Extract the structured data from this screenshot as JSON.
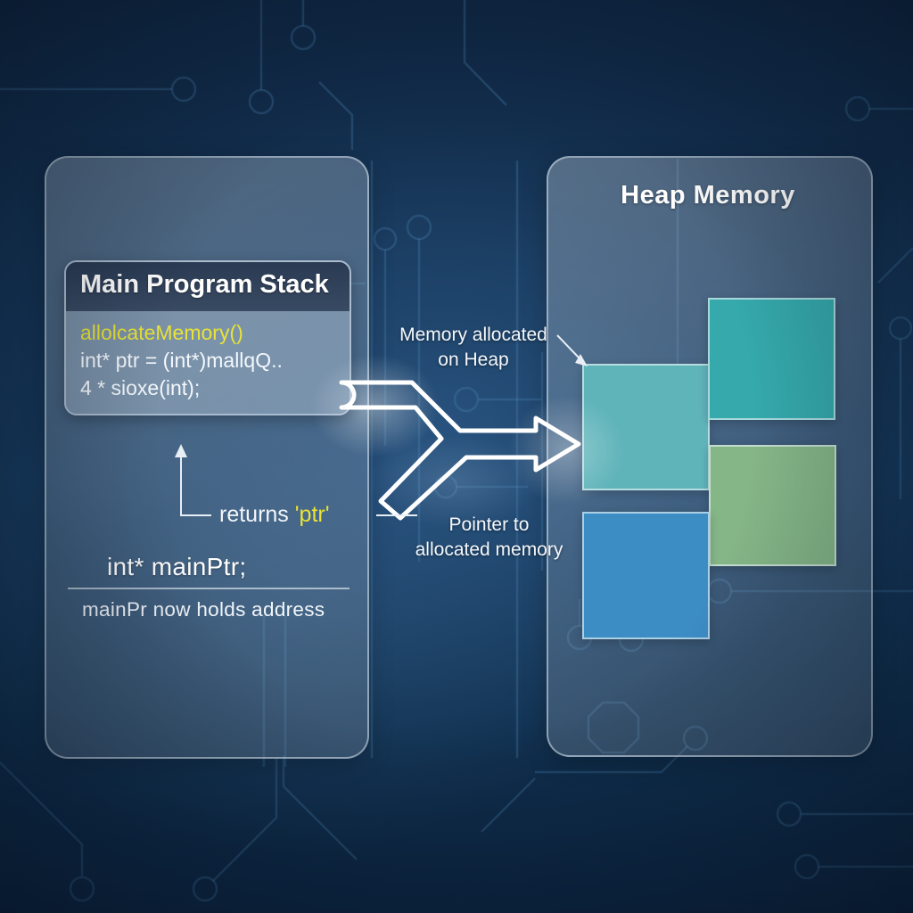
{
  "diagram_title_implicit": "",
  "left_panel": {
    "code_box": {
      "title": "Main Program Stack",
      "function_name": "allolcateMemory()",
      "code_line1": "int* ptr = (int*)mallqQ..",
      "code_line2": "4 * sioxe(int);"
    },
    "returns_label": "returns",
    "returns_value": "'ptr'",
    "declaration": "int* mainPtr;",
    "note": "mainPr now holds address"
  },
  "heap_panel": {
    "title": "Heap Memory",
    "blocks": [
      {
        "name": "heap-block-teal-light",
        "color": "#5fb4ba"
      },
      {
        "name": "heap-block-teal-dark",
        "color": "#35a9ac"
      },
      {
        "name": "heap-block-green",
        "color": "#85b687"
      },
      {
        "name": "heap-block-blue",
        "color": "#3d8dc5"
      }
    ]
  },
  "annotations": {
    "alloc_line1": "Memory allocated",
    "alloc_line2": "on Heap",
    "pointer_line1": "Pointer to",
    "pointer_line2": "allocated memory"
  },
  "colors": {
    "background_navy": "#143558",
    "panel_glass": "rgba(170,188,206,0.35)",
    "code_header": "#32445e",
    "accent_yellow": "#e9e335",
    "arrow_white": "#ffffff",
    "circuit_trace": "#3c6e9e"
  }
}
